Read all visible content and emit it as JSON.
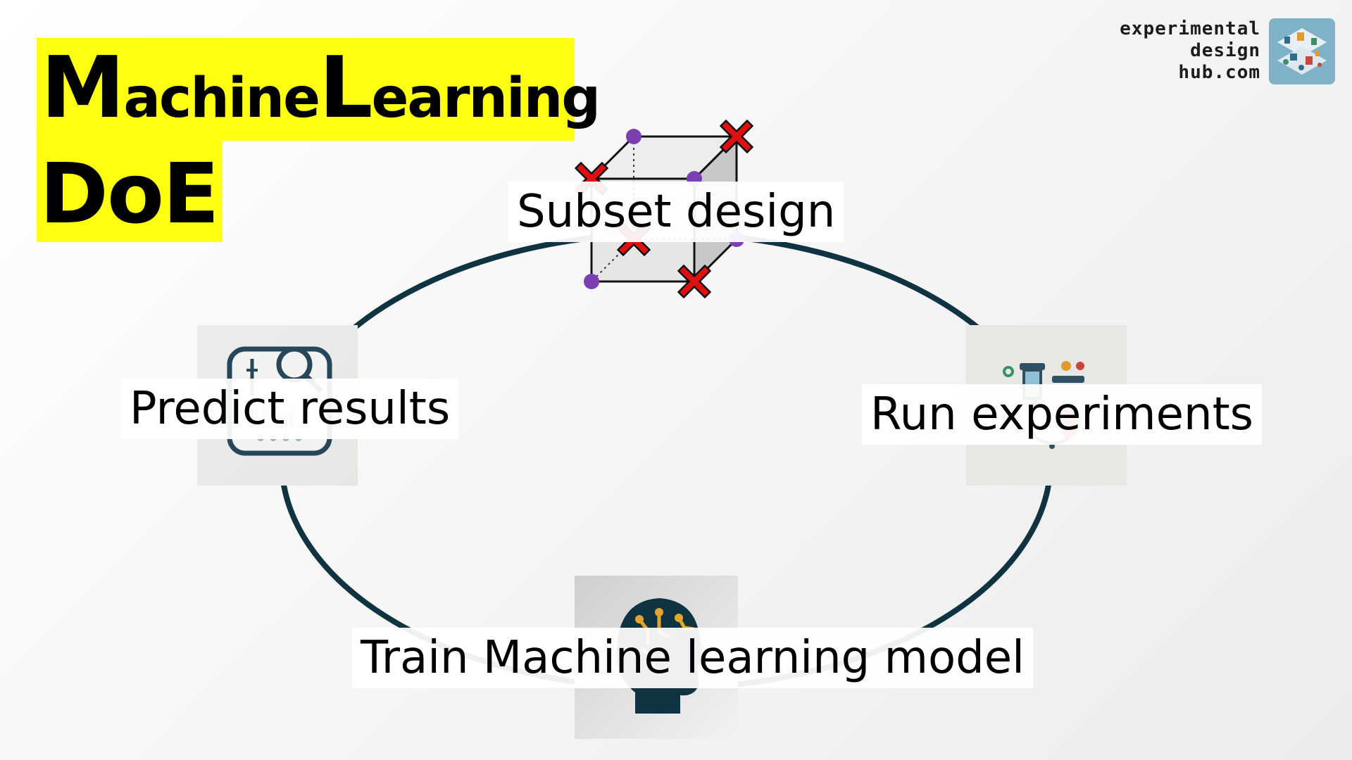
{
  "title": {
    "line1_part1_initial": "M",
    "line1_part1_rest": "achine",
    "line1_part2_initial": "L",
    "line1_part2_rest": "earning",
    "line2": "DoE"
  },
  "brand": {
    "line1": "experimental",
    "line2": "design",
    "line3": "hub.com",
    "logo_icon": "isometric-lab-icon"
  },
  "cycle": {
    "steps": [
      {
        "label": "Subset design",
        "icon": "cube-design-icon"
      },
      {
        "label": "Run experiments",
        "icon": "lab-flask-icon"
      },
      {
        "label": "Train Machine learning model",
        "icon": "ai-head-icon"
      },
      {
        "label": "Predict results",
        "icon": "analytics-screen-icon"
      }
    ]
  },
  "colors": {
    "title_highlight": "#ffff11",
    "cycle_ring": "#0f3340",
    "cube_point": "#7b3fb0",
    "cube_excluded": "#e01010"
  }
}
